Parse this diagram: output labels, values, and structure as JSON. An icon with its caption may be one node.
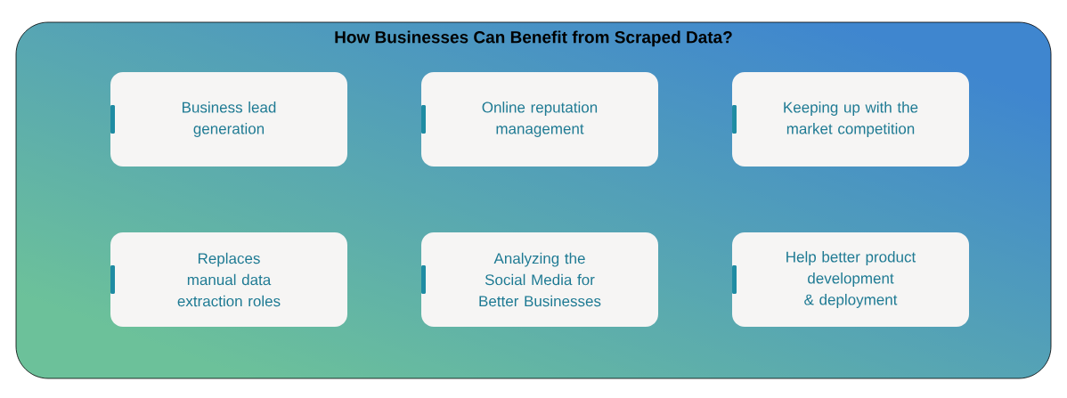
{
  "diagram": {
    "nodes": [
      {
        "text": [
          "How Businesses Can Benefit from Scraped Data?"
        ]
      },
      {
        "text": [
          "Business lead generation"
        ],
        "in": 0
      },
      {
        "text": [
          "Online reputation management"
        ],
        "in": 0
      },
      {
        "text": [
          "Keeping up with the market competition"
        ],
        "in": 0
      },
      {
        "text": [
          "Replaces manual data extraction roles"
        ],
        "in": 0
      },
      {
        "text": [
          "Analyzing the Social Media for Better Businesses"
        ],
        "in": 0
      },
      {
        "text": [
          "Help better product development & deployment"
        ],
        "in": 0
      }
    ]
  }
}
